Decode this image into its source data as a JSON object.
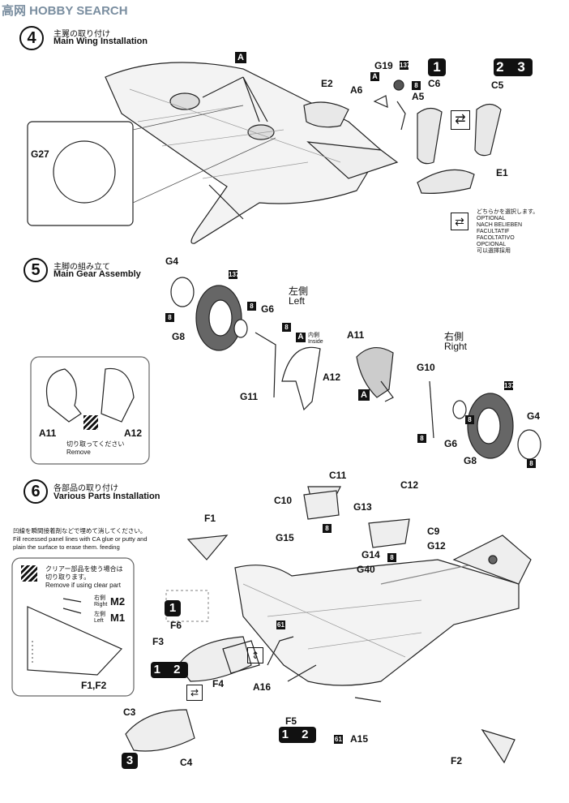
{
  "watermark": "高网 HOBBY SEARCH",
  "step4": {
    "num": "4",
    "jp_title": "主翼の取り付け",
    "en_title": "Main Wing Installation",
    "parts": {
      "g27": "G27",
      "g19": "G19",
      "p137": "137",
      "a6": "A6",
      "a5": "A5",
      "c6": "C6",
      "c5": "C5",
      "e2": "E2",
      "e1": "E1",
      "a": "A",
      "eight": "8"
    },
    "markings": {
      "m1": "1",
      "m23": "2 3"
    },
    "optional_note": [
      "どちらかを選択します。",
      "OPTIONAL",
      "NACH BELIEBEN",
      "FACULTATIF",
      "FACOLTATIVO",
      "OPCIONAL",
      "可以選擇採用"
    ]
  },
  "step5": {
    "num": "5",
    "jp_title": "主脚の組み立て",
    "en_title": "Main Gear Assembly",
    "left_jp": "左側",
    "left_en": "Left",
    "right_jp": "右側",
    "right_en": "Right",
    "inside_jp": "内側",
    "inside_en": "Inside",
    "parts": {
      "g4": "G4",
      "g8": "G8",
      "g6": "G6",
      "g11": "G11",
      "a12": "A12",
      "a11": "A11",
      "g10": "G10",
      "p137": "137",
      "eight": "8",
      "a": "A"
    },
    "remove_jp": "切り取ってください",
    "remove_en": "Remove"
  },
  "step6": {
    "num": "6",
    "jp_title": "各部品の取り付け",
    "en_title": "Various Parts Installation",
    "note_jp": "凹線を瞬間接着剤などで埋めて消してください。",
    "note_en1": "Fill recessed panel lines with CA glue or putty and",
    "note_en2": "plain the surface to erase them. feeding",
    "clear_jp": "クリアー部品を使う場合は",
    "clear_jp2": "切り取ります。",
    "clear_en": "Remove if using clear part",
    "right_jp": "右側",
    "right_en": "Right",
    "left_jp": "左側",
    "left_en": "Left",
    "parts": {
      "m2": "M2",
      "m1": "M1",
      "f12": "F1,F2",
      "f1": "F1",
      "f6": "F6",
      "f3": "F3",
      "f4": "F4",
      "a16": "A16",
      "c11": "C11",
      "c10": "C10",
      "g15": "G15",
      "g13": "G13",
      "c12": "C12",
      "c9": "C9",
      "g12": "G12",
      "g14": "G14",
      "g40": "G40",
      "c3": "C3",
      "c4": "C4",
      "f5": "F5",
      "a15": "A15",
      "f2": "F2",
      "p61": "61",
      "eight": "8"
    },
    "markings": {
      "m1": "1",
      "m12": "1 2",
      "m3": "3"
    }
  }
}
